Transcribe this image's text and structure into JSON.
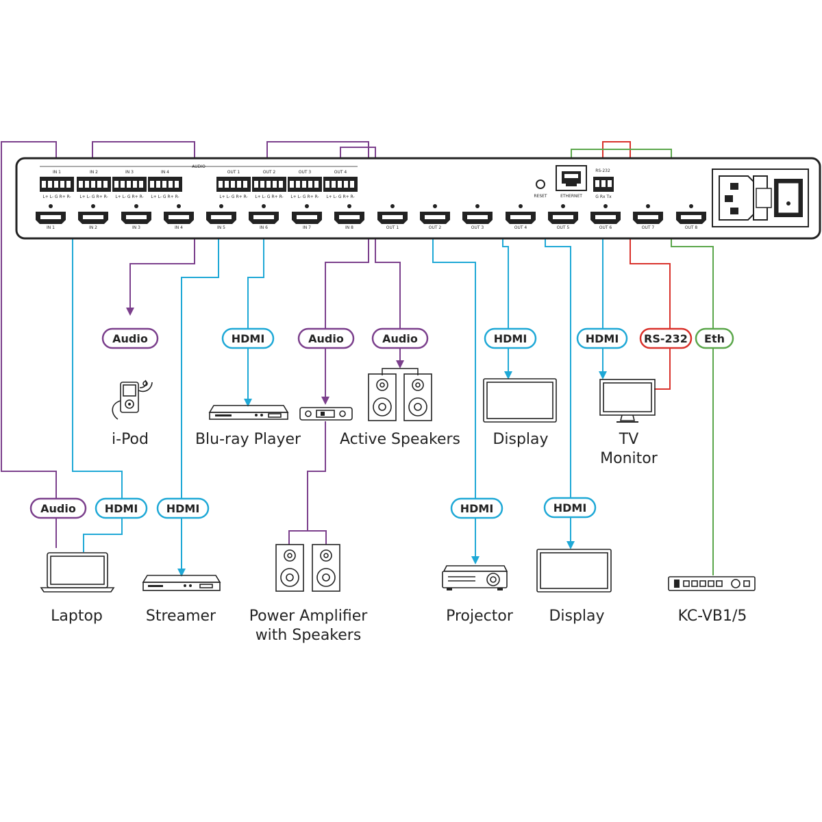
{
  "colors": {
    "audio": "#7b3f8c",
    "hdmi": "#1ea8d6",
    "rs232": "#d9312b",
    "eth": "#5aa64a",
    "panel_stroke": "#222222"
  },
  "panel": {
    "audio_caption": "AUDIO",
    "audio_in_labels": [
      "IN 1",
      "IN 2",
      "IN 3",
      "IN 4"
    ],
    "audio_out_labels": [
      "OUT 1",
      "OUT 2",
      "OUT 3",
      "OUT 4"
    ],
    "pin_label": "L+ L- G R+ R-",
    "hdmi_in_labels": [
      "IN 1",
      "IN 2",
      "IN 3",
      "IN 4",
      "IN 5",
      "IN 6",
      "IN 7",
      "IN 8"
    ],
    "hdmi_out_labels": [
      "OUT 1",
      "OUT 2",
      "OUT 3",
      "OUT 4",
      "OUT 5",
      "OUT 6",
      "OUT 7",
      "OUT 8"
    ],
    "reset_label": "RESET",
    "ethernet_label": "ETHERNET",
    "rs232_label": "RS-232",
    "rs232_pins": "G Rx Tx"
  },
  "pills": {
    "ipod_audio": "Audio",
    "bluray_hdmi": "HDMI",
    "amp_audio": "Audio",
    "speakers_audio": "Audio",
    "display1_hdmi": "HDMI",
    "tv_hdmi": "HDMI",
    "tv_rs232": "RS-232",
    "kc_eth": "Eth",
    "laptop_audio": "Audio",
    "laptop_hdmi": "HDMI",
    "streamer_hdmi": "HDMI",
    "projector_hdmi": "HDMI",
    "display2_hdmi": "HDMI"
  },
  "devices": {
    "ipod": "i-Pod",
    "bluray": "Blu-ray Player",
    "active_speakers": "Active Speakers",
    "display1": "Display",
    "tv_line1": "TV",
    "tv_line2": "Monitor",
    "laptop": "Laptop",
    "streamer": "Streamer",
    "amp_line1": "Power Amplifier",
    "amp_line2": "with Speakers",
    "projector": "Projector",
    "display2": "Display",
    "kc": "KC-VB1/5"
  }
}
